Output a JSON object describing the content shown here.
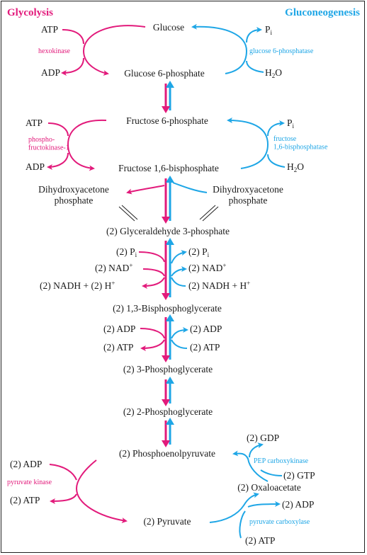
{
  "headings": {
    "left": "Glycolysis",
    "right": "Gluconeogenesis"
  },
  "metabolites": {
    "glucose": "Glucose",
    "g6p": "Glucose 6-phosphate",
    "f6p": "Fructose 6-phosphate",
    "f16bp": "Fructose 1,6-bisphosphate",
    "dhap_left": "Dihydroxyacetone\nphosphate",
    "dhap_right": "Dihydroxyacetone\nphosphate",
    "g3p": "(2) Glyceraldehyde 3-phosphate",
    "bpg": "(2) 1,3-Bisphosphoglycerate",
    "pg3": "(2) 3-Phosphoglycerate",
    "pg2": "(2) 2-Phosphoglycerate",
    "pep": "(2) Phosphoenolpyruvate",
    "pyruvate": "(2) Pyruvate",
    "oxaloacetate": "(2) Oxaloacetate"
  },
  "cofactors": {
    "atp1": "ATP",
    "adp1": "ADP",
    "pi1": "P",
    "h2o1": "H",
    "h2o1b": "O",
    "atp2": "ATP",
    "adp2": "ADP",
    "pi2": "P",
    "h2o2": "H",
    "h2o2b": "O",
    "pi_sub": "i",
    "h2o_sub": "2",
    "g3p_pi_left": "(2) P",
    "g3p_nad_left": "(2) NAD",
    "g3p_nadh_left": "(2) NADH + (2) H",
    "g3p_pi_right": "(2) P",
    "g3p_nad_right": "(2) NAD",
    "g3p_nadh_right": "(2) NADH + H",
    "plus": "+",
    "pgk_adp_left": "(2) ADP",
    "pgk_atp_left": "(2) ATP",
    "pgk_adp_right": "(2) ADP",
    "pgk_atp_right": "(2) ATP",
    "pk_adp": "(2) ADP",
    "pk_atp": "(2) ATP",
    "pepck_gdp": "(2) GDP",
    "pepck_gtp": "(2) GTP",
    "pc_adp": "(2) ADP",
    "pc_atp": "(2) ATP"
  },
  "enzymes": {
    "hexokinase": "hexokinase",
    "g6pase": "glucose 6-phosphatase",
    "pfk1": "phospho-\nfructokinase-1",
    "fbpase": "fructose\n1,6-bisphosphatase",
    "pyruvate_kinase": "pyruvate kinase",
    "pepck": "PEP carboxykinase",
    "pyruvate_carboxylase": "pyruvate carboxylase"
  },
  "colors": {
    "glycolysis": "#e21a7b",
    "gluconeogenesis": "#1ea6e6",
    "text": "#1a1a1a"
  }
}
